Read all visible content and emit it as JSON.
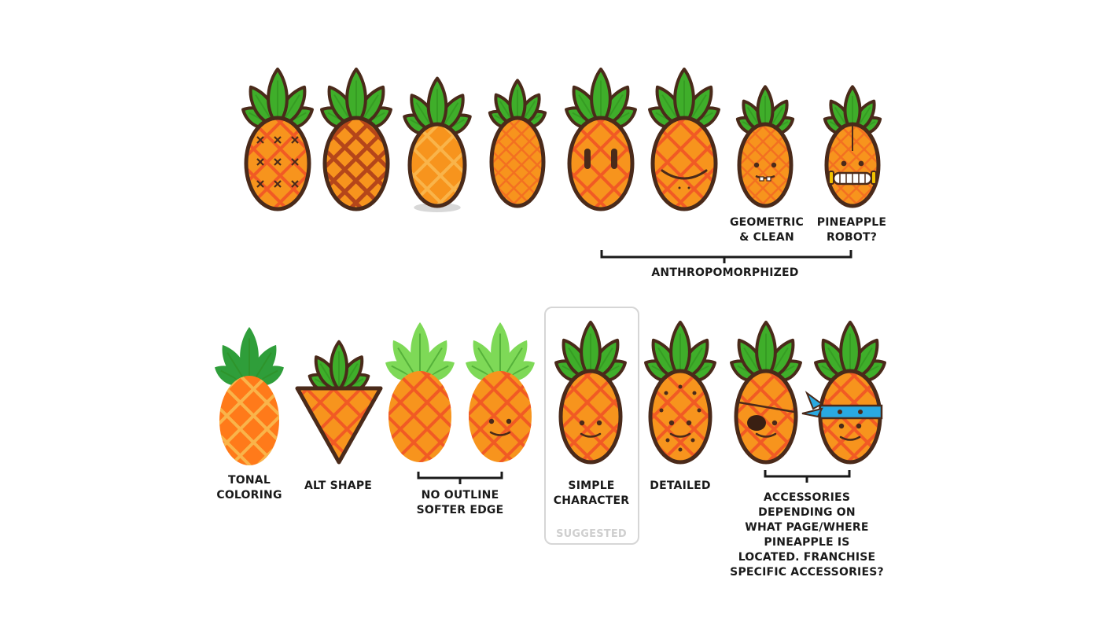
{
  "palette": {
    "outline": "#4a2a1a",
    "body_orange": "#f7941d",
    "body_light": "#f9a83a",
    "lattice": "#f15a24",
    "leaf_green": "#3fae2a",
    "leaf_light": "#7ed957",
    "bandana_blue": "#29a9e1",
    "suggest_grey": "#d6d6d6"
  },
  "row1": {
    "variants": [
      {
        "id": "v1",
        "style": "x-marks"
      },
      {
        "id": "v2",
        "style": "diamond-dark"
      },
      {
        "id": "v3",
        "style": "zigzag-shadow"
      },
      {
        "id": "v4",
        "style": "dense-diamond"
      },
      {
        "id": "v5",
        "style": "eyes"
      },
      {
        "id": "v6",
        "style": "smile"
      },
      {
        "id": "v7",
        "style": "geometric-clean"
      },
      {
        "id": "v8",
        "style": "robot"
      }
    ],
    "labels": {
      "geometric": [
        "GEOMETRIC",
        "& CLEAN"
      ],
      "robot": [
        "PINEAPPLE",
        "ROBOT?"
      ],
      "group": "ANTHROPOMORPHIZED"
    }
  },
  "row2": {
    "variants": [
      {
        "id": "tonal",
        "style": "tonal"
      },
      {
        "id": "alt-shape",
        "style": "triangle"
      },
      {
        "id": "no-outline-1",
        "style": "no-outline"
      },
      {
        "id": "no-outline-2",
        "style": "no-outline-face"
      },
      {
        "id": "simple",
        "style": "simple-character"
      },
      {
        "id": "detailed",
        "style": "detailed"
      },
      {
        "id": "eyepatch",
        "style": "eyepatch"
      },
      {
        "id": "bandana",
        "style": "bandana"
      }
    ],
    "labels": {
      "tonal": [
        "TONAL",
        "COLORING"
      ],
      "alt_shape": [
        "ALT SHAPE"
      ],
      "no_outline": [
        "NO OUTLINE",
        "SOFTER EDGE"
      ],
      "simple": [
        "SIMPLE",
        "CHARACTER"
      ],
      "suggested": "SUGGESTED",
      "detailed": [
        "DETAILED"
      ],
      "accessories": [
        "ACCESSORIES",
        "DEPENDING ON",
        "WHAT PAGE/WHERE",
        "PINEAPPLE IS",
        "LOCATED. FRANCHISE",
        "SPECIFIC ACCESSORIES?"
      ]
    }
  }
}
